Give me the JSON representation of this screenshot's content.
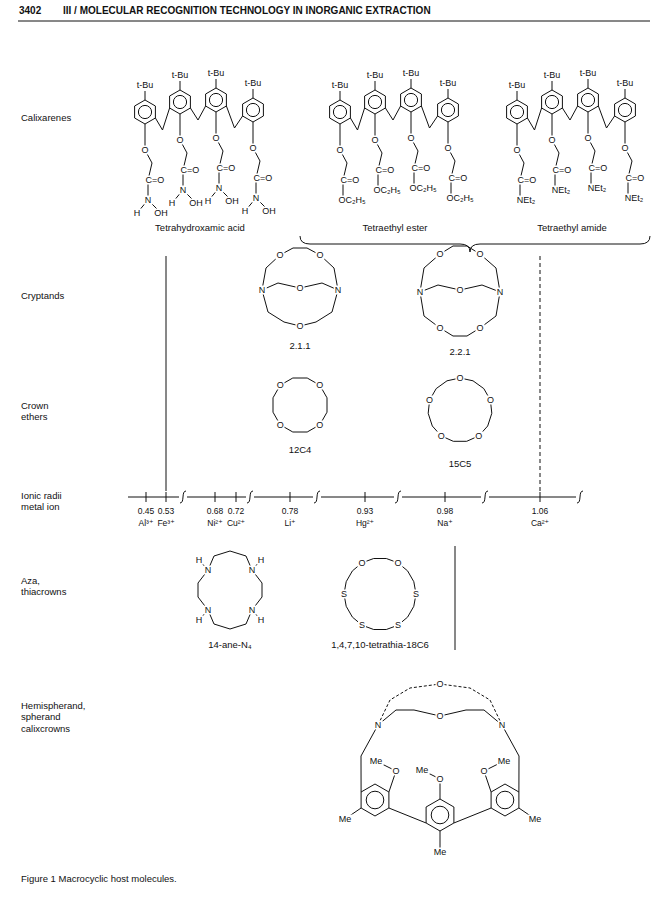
{
  "diagram": {
    "caption": "Figure 1 Macrocyclic host molecules.",
    "labels": [
      "3402",
      "III / MOLECULAR RECOGNITION TECHNOLOGY IN INORGANIC EXTRACTION",
      "Calixarenes",
      "t-Bu",
      "t-Bu",
      "t-Bu",
      "t-Bu",
      "O",
      "C=O",
      "N",
      "H",
      "OH",
      "O",
      "C=O",
      "N",
      "H",
      "OH",
      "O",
      "C=O",
      "N",
      "H",
      "OH",
      "O",
      "C=O",
      "N",
      "H",
      "OH",
      "Tetrahydroxamic acid",
      "t-Bu",
      "t-Bu",
      "t-Bu",
      "t-Bu",
      "O",
      "C=O",
      "OC₂H₅",
      "O",
      "C=O",
      "OC₂H₅",
      "O",
      "C=O",
      "OC₂H₅",
      "O",
      "C=O",
      "OC₂H₅",
      "Tetraethyl ester",
      "t-Bu",
      "t-Bu",
      "t-Bu",
      "t-Bu",
      "O",
      "C=O",
      "NEt₂",
      "O",
      "C=O",
      "NEt₂",
      "O",
      "C=O",
      "NEt₂",
      "O",
      "C=O",
      "NEt₂",
      "Tetraethyl amide",
      "Cryptands",
      "N",
      "N",
      "O",
      "O",
      "O",
      "O",
      "2.1.1",
      "N",
      "N",
      "O",
      "O",
      "O",
      "O",
      "O",
      "2.2.1",
      "Crown ethers",
      "O",
      "O",
      "O",
      "O",
      "12C4",
      "O",
      "O",
      "O",
      "O",
      "O",
      "15C5",
      "Ionic radii metal ion",
      "0.45",
      "Al³⁺",
      "0.53",
      "Fe³⁺",
      "0.68",
      "Ni²⁺",
      "0.72",
      "Cu²⁺",
      "0.78",
      "Li⁺",
      "0.93",
      "Hg²⁺",
      "0.98",
      "Na⁺",
      "1.06",
      "Ca²⁺",
      "Aza, thiacrowns",
      "N",
      "H",
      "N",
      "H",
      "N",
      "H",
      "N",
      "H",
      "14-ane-N₄",
      "O",
      "O",
      "S",
      "S",
      "S",
      "S",
      "1,4,7,10-tetrathia-18C6",
      "Hemispherand, spherand calixcrowns",
      "N",
      "N",
      "O",
      "O",
      "O",
      "Me",
      "O",
      "Me",
      "O",
      "Me",
      "Me",
      "Me",
      "Me"
    ]
  }
}
